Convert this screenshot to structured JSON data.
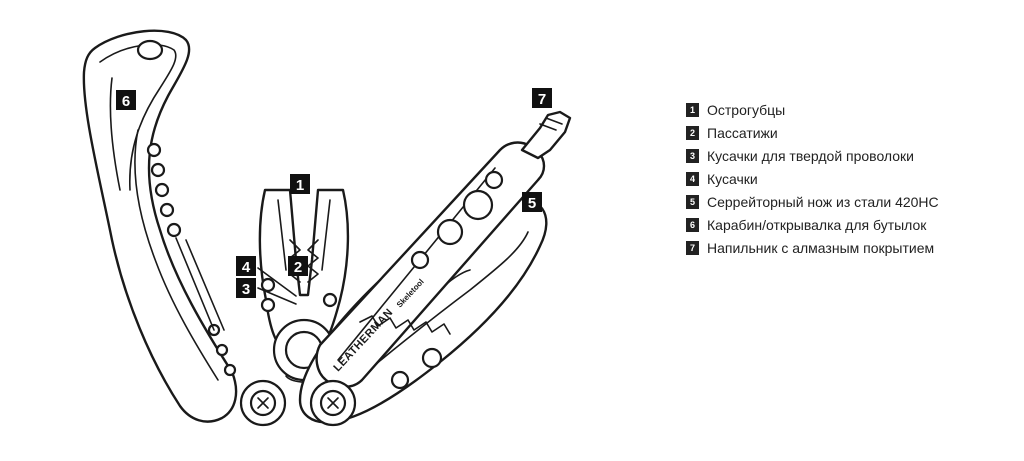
{
  "callouts": [
    {
      "num": "1"
    },
    {
      "num": "2"
    },
    {
      "num": "3"
    },
    {
      "num": "4"
    },
    {
      "num": "5"
    },
    {
      "num": "6"
    },
    {
      "num": "7"
    }
  ],
  "tool": {
    "brand": "LEATHERMAN",
    "model": "Skeletool"
  },
  "legend": [
    {
      "num": "1",
      "label": "Острогубцы"
    },
    {
      "num": "2",
      "label": "Пассатижи"
    },
    {
      "num": "3",
      "label": "Кусачки для твердой проволоки"
    },
    {
      "num": "4",
      "label": "Кусачки"
    },
    {
      "num": "5",
      "label": "Серрейторный нож из стали 420HC"
    },
    {
      "num": "6",
      "label": "Карабин/открывалка для бутылок"
    },
    {
      "num": "7",
      "label": "Напильник с алмазным покрытием"
    }
  ]
}
